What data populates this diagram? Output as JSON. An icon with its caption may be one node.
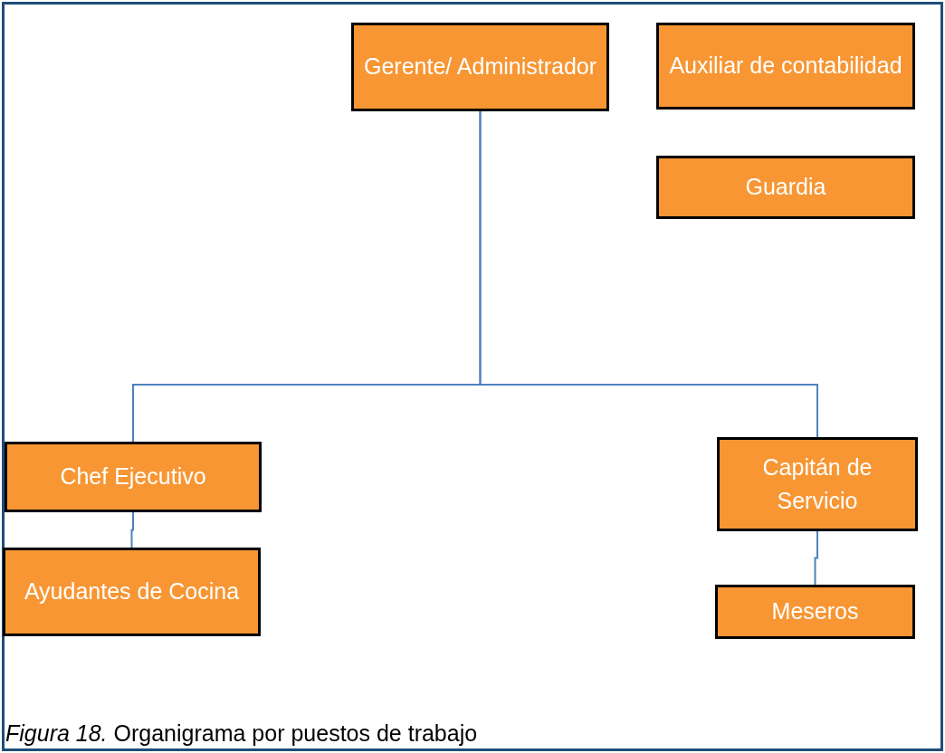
{
  "diagram": {
    "caption": "*Figura 18.* Organigrama por puestos de trabajo",
    "nodes": [
      {
        "text": [
          "Gerente/ Administrador"
        ]
      },
      {
        "text": [
          "Auxiliar de contabilidad"
        ]
      },
      {
        "text": [
          "Guardia"
        ]
      },
      {
        "text": [
          "Chef Ejecutivo"
        ]
      },
      {
        "text": [
          "Capitán de Servicio"
        ]
      },
      {
        "text": [
          "Ayudantes de Cocina"
        ]
      },
      {
        "text": [
          "Meseros"
        ]
      }
    ],
    "edges": [
      {
        "from": 0,
        "to": 3,
        "arrow": "none"
      },
      {
        "from": 0,
        "to": 4,
        "arrow": "none"
      },
      {
        "from": 3,
        "to": 5,
        "arrow": "none"
      },
      {
        "from": 4,
        "to": 6,
        "arrow": "none"
      }
    ]
  }
}
